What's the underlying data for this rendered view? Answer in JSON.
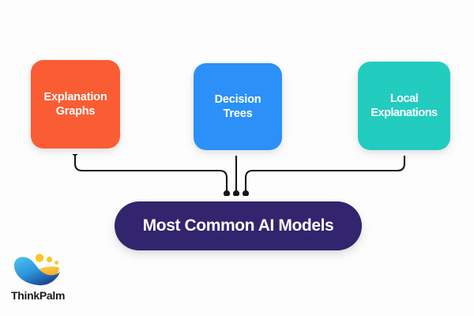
{
  "diagram": {
    "title": "Most Common AI Models",
    "background_color": "#fdfdfd",
    "root": {
      "label": "Most Common AI Models",
      "color": "#32256e",
      "text_color": "#ffffff"
    },
    "nodes": [
      {
        "id": "explanation-graphs",
        "label": "Explanation Graphs",
        "line1": "Explanation",
        "line2": "Graphs",
        "color": "#fa5c33",
        "text_color": "#ffffff"
      },
      {
        "id": "decision-trees",
        "label": "Decision Trees",
        "line1": "Decision",
        "line2": "Trees",
        "color": "#2b90f8",
        "text_color": "#ffffff"
      },
      {
        "id": "local-explanations",
        "label": "Local Explanations",
        "line1": "Local",
        "line2": "Explanations",
        "color": "#22ccbf",
        "text_color": "#ffffff"
      }
    ],
    "connector_color": "#16161a"
  },
  "branding": {
    "logo_name": "thinkpalm-logo",
    "wordmark": "ThinkPalm",
    "wordmark_color": "#1a1a1a",
    "mark_colors": {
      "blue_light": "#3fb3e8",
      "blue_dark": "#1b3f8f",
      "yellow": "#ffc425",
      "orange": "#f5a623"
    }
  }
}
